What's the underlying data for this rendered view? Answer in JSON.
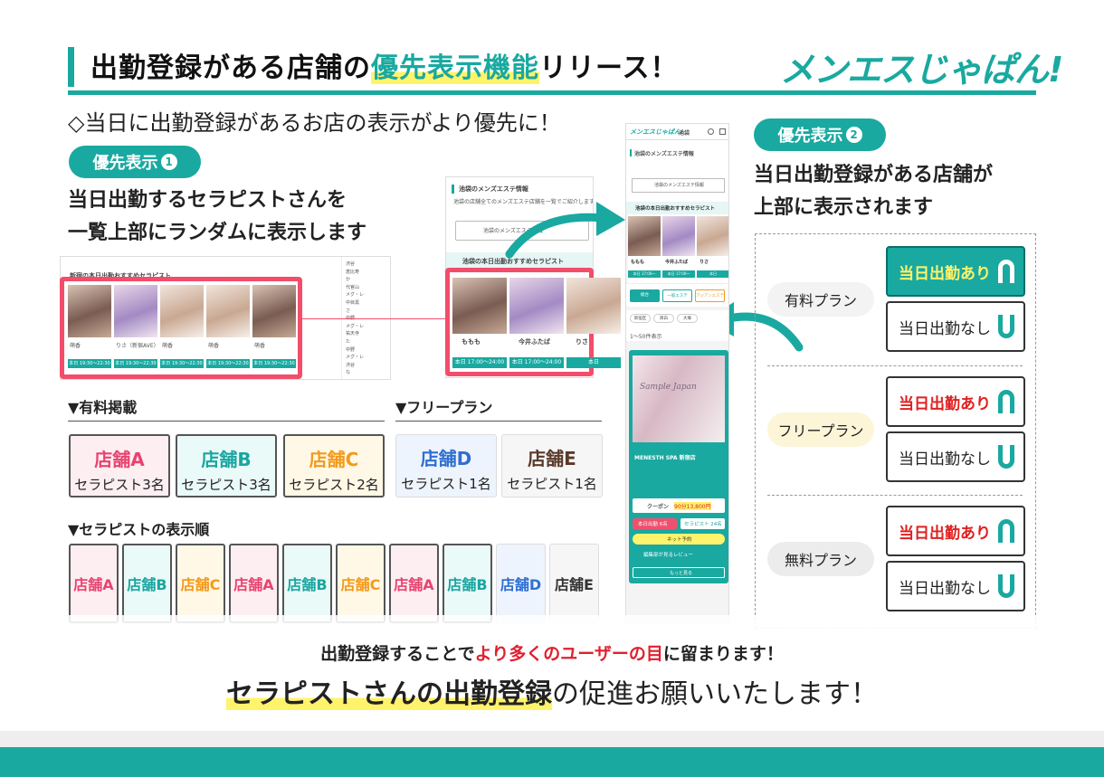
{
  "header": {
    "title_prefix": "出勤登録がある店舗の",
    "title_highlight": "優先表示機能",
    "title_suffix": "リリース！",
    "logo": "メンエスじゃぱん!"
  },
  "subheading": "◇当日に出勤登録があるお店の表示がより優先に！",
  "feature1": {
    "label": "優先表示",
    "num": "1",
    "line1": "当日出勤するセラピストさんを",
    "line2": "一覧上部にランダムに表示します"
  },
  "feature2": {
    "label": "優先表示",
    "num": "2",
    "line1": "当日出勤登録がある店舗が",
    "line2": "上部に表示されます"
  },
  "mock1": {
    "heading": "新宿の本日出勤おすすめセラピスト",
    "names": [
      "萌香",
      "りさ（新宿AVE）",
      "萌香",
      "萌香",
      "萌香"
    ],
    "time": "本日 19:30〜22:30",
    "side_list": [
      "渋谷",
      "恵比寿",
      "か",
      "代官山",
      "メグ・レ",
      "中目黒",
      "さ",
      "中野",
      "メグ・レ",
      "祐天寺",
      "た",
      "中野",
      "メグ・レ",
      "渋谷",
      "な"
    ]
  },
  "mock2": {
    "info_title": "池袋のメンズエステ情報",
    "info_text": "池袋の店舗全てのメンズエステ店舗を一覧でご紹介します。",
    "dropdown": "池袋のメンズエステ情報",
    "heading": "池袋の本日出勤おすすめセラピスト",
    "therapists": [
      {
        "name": "ももも",
        "time": "本日 17:00〜24:00"
      },
      {
        "name": "今井ふたば",
        "time": "本日 17:00〜24:00"
      },
      {
        "name": "りさ",
        "time": "本日"
      }
    ]
  },
  "phone": {
    "logo": "メンエスじゃぱん!",
    "area": "池袋",
    "info_title": "池袋のメンズエステ情報",
    "dropdown": "池袋のメンズエステ情報",
    "heading": "池袋の本日出勤おすすめセラピスト",
    "therapists": [
      {
        "name": "ももも",
        "time": "本日 17:00〜24:00"
      },
      {
        "name": "今井ふたば",
        "time": "本日 17:00〜24:00"
      },
      {
        "name": "りさ",
        "time": "本日"
      }
    ],
    "tabs": [
      "総合",
      "一般エステ",
      "アジアンエステ"
    ],
    "filters": [
      "新宿区",
      "目白",
      "大塚"
    ],
    "count": "1〜50件表示",
    "shop_name": "MENESTH SPA 新宿店",
    "sample_text": "Sample Japan",
    "coupon": "クーポン",
    "price": "90分13,800円",
    "btn_today": "本日出勤 6名",
    "btn_therapist": "セラピスト 24名",
    "btn_net": "ネット予約",
    "review": "編集部が見るレビュー",
    "more": "もっと見る"
  },
  "paid": {
    "label": "▼有料掲載",
    "shops": [
      {
        "name": "店舗A",
        "count": "セラピスト3名",
        "color": "#e8436f",
        "bg": "#fdeef2"
      },
      {
        "name": "店舗B",
        "count": "セラピスト3名",
        "color": "#1aa6a0",
        "bg": "#eafaf9"
      },
      {
        "name": "店舗C",
        "count": "セラピスト2名",
        "color": "#f39a1c",
        "bg": "#fff8e6"
      }
    ]
  },
  "free": {
    "label": "▼フリープラン",
    "shops": [
      {
        "name": "店舗D",
        "count": "セラピスト1名",
        "color": "#2f6fd0",
        "bg": "#eef4fd"
      },
      {
        "name": "店舗E",
        "count": "セラピスト1名",
        "color": "#5a3a2a",
        "bg": "#f6f6f6"
      }
    ]
  },
  "order": {
    "label": "▼セラピストの表示順",
    "items": [
      {
        "name": "店舗A",
        "color": "#e8436f",
        "bg": "#fdeef2",
        "free": false
      },
      {
        "name": "店舗B",
        "color": "#1aa6a0",
        "bg": "#eafaf9",
        "free": false
      },
      {
        "name": "店舗C",
        "color": "#f39a1c",
        "bg": "#fff8e6",
        "free": false
      },
      {
        "name": "店舗A",
        "color": "#e8436f",
        "bg": "#fdeef2",
        "free": false
      },
      {
        "name": "店舗B",
        "color": "#1aa6a0",
        "bg": "#eafaf9",
        "free": false
      },
      {
        "name": "店舗C",
        "color": "#f39a1c",
        "bg": "#fff8e6",
        "free": false
      },
      {
        "name": "店舗A",
        "color": "#e8436f",
        "bg": "#fdeef2",
        "free": false
      },
      {
        "name": "店舗B",
        "color": "#1aa6a0",
        "bg": "#eafaf9",
        "free": false
      },
      {
        "name": "店舗D",
        "color": "#2f6fd0",
        "bg": "#eef4fd",
        "free": true
      },
      {
        "name": "店舗E",
        "color": "#333333",
        "bg": "#f6f6f6",
        "free": true
      }
    ]
  },
  "plans": [
    {
      "name": "有料プラン",
      "bg": "#f3f3f3",
      "on": "当日出勤あり",
      "off": "当日出勤なし",
      "style": "teal"
    },
    {
      "name": "フリープラン",
      "bg": "#fdf5d8",
      "on": "当日出勤あり",
      "off": "当日出勤なし",
      "style": "red"
    },
    {
      "name": "無料プラン",
      "bg": "#ececec",
      "on": "当日出勤あり",
      "off": "当日出勤なし",
      "style": "red"
    }
  ],
  "footer": {
    "line1_pre": "出勤登録することで",
    "line1_red": "より多くのユーザーの目",
    "line1_post": "に留まります！",
    "line2_strong": "セラピストさんの出勤登録",
    "line2_rest": "の促進お願いいたします！"
  },
  "colors": {
    "brand": "#19a9a0",
    "highlight": "#fff36b",
    "frame": "#f24d6b"
  }
}
